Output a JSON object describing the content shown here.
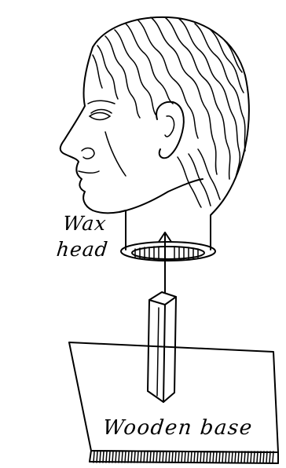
{
  "labels": {
    "wax_head_line1": "Wax",
    "wax_head_line2": "head",
    "wooden_base": "Wooden base"
  },
  "colors": {
    "ink": "#000000",
    "paper": "#ffffff"
  }
}
